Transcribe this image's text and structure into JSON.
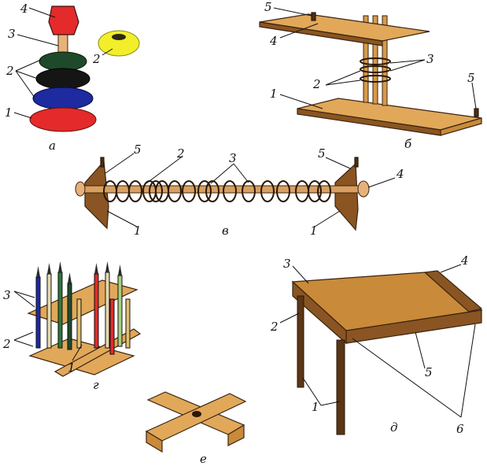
{
  "captions": {
    "a": "а",
    "b": "б",
    "v": "в",
    "g": "г",
    "d": "д",
    "e": "е"
  },
  "callouts": {
    "n1": "1",
    "n2": "2",
    "n3": "3",
    "n4": "4",
    "n5": "5",
    "n6": "6"
  },
  "colors": {
    "ring_red": "#e42a2a",
    "ring_blue": "#1d2aa0",
    "ring_green": "#1f4a2a",
    "ring_black": "#151515",
    "ring_yellow": "#f2ee2a",
    "wood_light": "#e1a85a",
    "wood_mid": "#c98a3a",
    "wood_dark": "#8a5522"
  }
}
